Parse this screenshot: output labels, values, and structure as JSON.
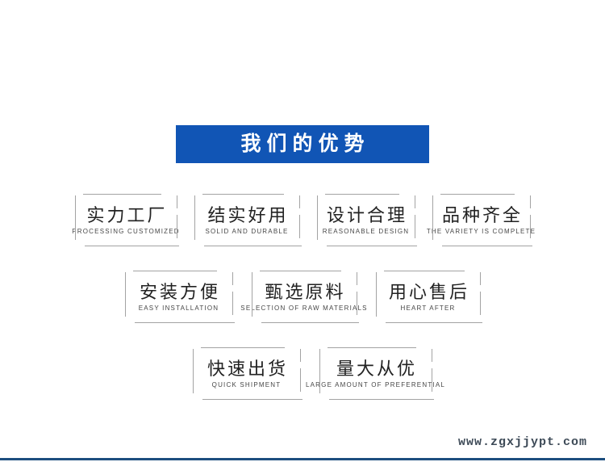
{
  "header": {
    "title": "我们的优势",
    "bg_color": "#1155b5",
    "text_color": "#ffffff"
  },
  "advantages": [
    {
      "title": "实力工厂",
      "subtitle": "PROCESSING CUSTOMIZED"
    },
    {
      "title": "结实好用",
      "subtitle": "SOLID AND DURABLE"
    },
    {
      "title": "设计合理",
      "subtitle": "REASONABLE DESIGN"
    },
    {
      "title": "品种齐全",
      "subtitle": "THE VARIETY IS COMPLETE"
    },
    {
      "title": "安装方便",
      "subtitle": "EASY INSTALLATION"
    },
    {
      "title": "甄选原料",
      "subtitle": "SELECTION OF RAW MATERIALS"
    },
    {
      "title": "用心售后",
      "subtitle": "HEART AFTER"
    },
    {
      "title": "快速出货",
      "subtitle": "QUICK SHIPMENT"
    },
    {
      "title": "量大从优",
      "subtitle": "LARGE AMOUNT OF PREFERENTIAL"
    }
  ],
  "footer": {
    "website": "www.zgxjjypt.com",
    "bar_color": "#1d4e7f"
  }
}
